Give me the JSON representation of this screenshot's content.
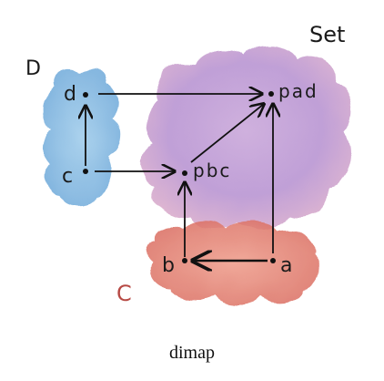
{
  "categories": {
    "set": {
      "label": "Set",
      "color": "#b08fcf"
    },
    "d": {
      "label": "D",
      "color": "#7fb3de"
    },
    "c": {
      "label": "C",
      "color": "#e08070"
    }
  },
  "objects": {
    "d": "d",
    "c": "c",
    "pad": "pad",
    "pbc": "pbc",
    "b": "b",
    "a": "a"
  },
  "caption": "dimap"
}
